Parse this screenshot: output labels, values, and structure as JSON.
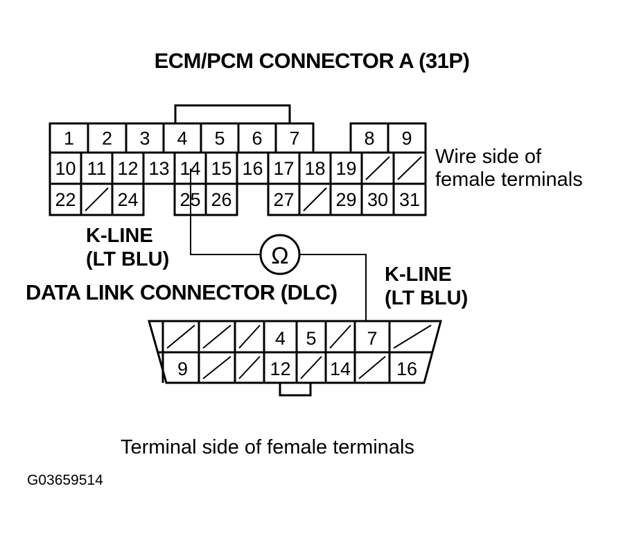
{
  "title": "ECM/PCM CONNECTOR A (31P)",
  "wire_side_line1": "Wire side of",
  "wire_side_line2": "female terminals",
  "kline_left": {
    "line1": "K-LINE",
    "line2": "(LT BLU)"
  },
  "kline_right": {
    "line1": "K-LINE",
    "line2": "(LT BLU)"
  },
  "dlc_title": "DATA LINK CONNECTOR (DLC)",
  "terminal_side": "Terminal side of female terminals",
  "figure_code": "G03659514",
  "meter_symbol": "Ω",
  "ecm_row1": [
    "1",
    "2",
    "3",
    "4",
    "5",
    "6",
    "7",
    "",
    "8",
    "9"
  ],
  "ecm_row2": [
    "10",
    "11",
    "12",
    "13",
    "14",
    "15",
    "16",
    "17",
    "18",
    "19",
    "",
    ""
  ],
  "ecm_row3_left": [
    "22",
    "",
    "24"
  ],
  "ecm_row3_mid": [
    "25",
    "26"
  ],
  "ecm_row3_right": [
    "27",
    "",
    "29",
    "30",
    "31"
  ],
  "dlc_top": [
    "",
    "",
    "",
    "4",
    "5",
    "",
    "7",
    ""
  ],
  "dlc_bottom": [
    "9",
    "",
    "",
    "12",
    "",
    "14",
    "",
    "16"
  ]
}
